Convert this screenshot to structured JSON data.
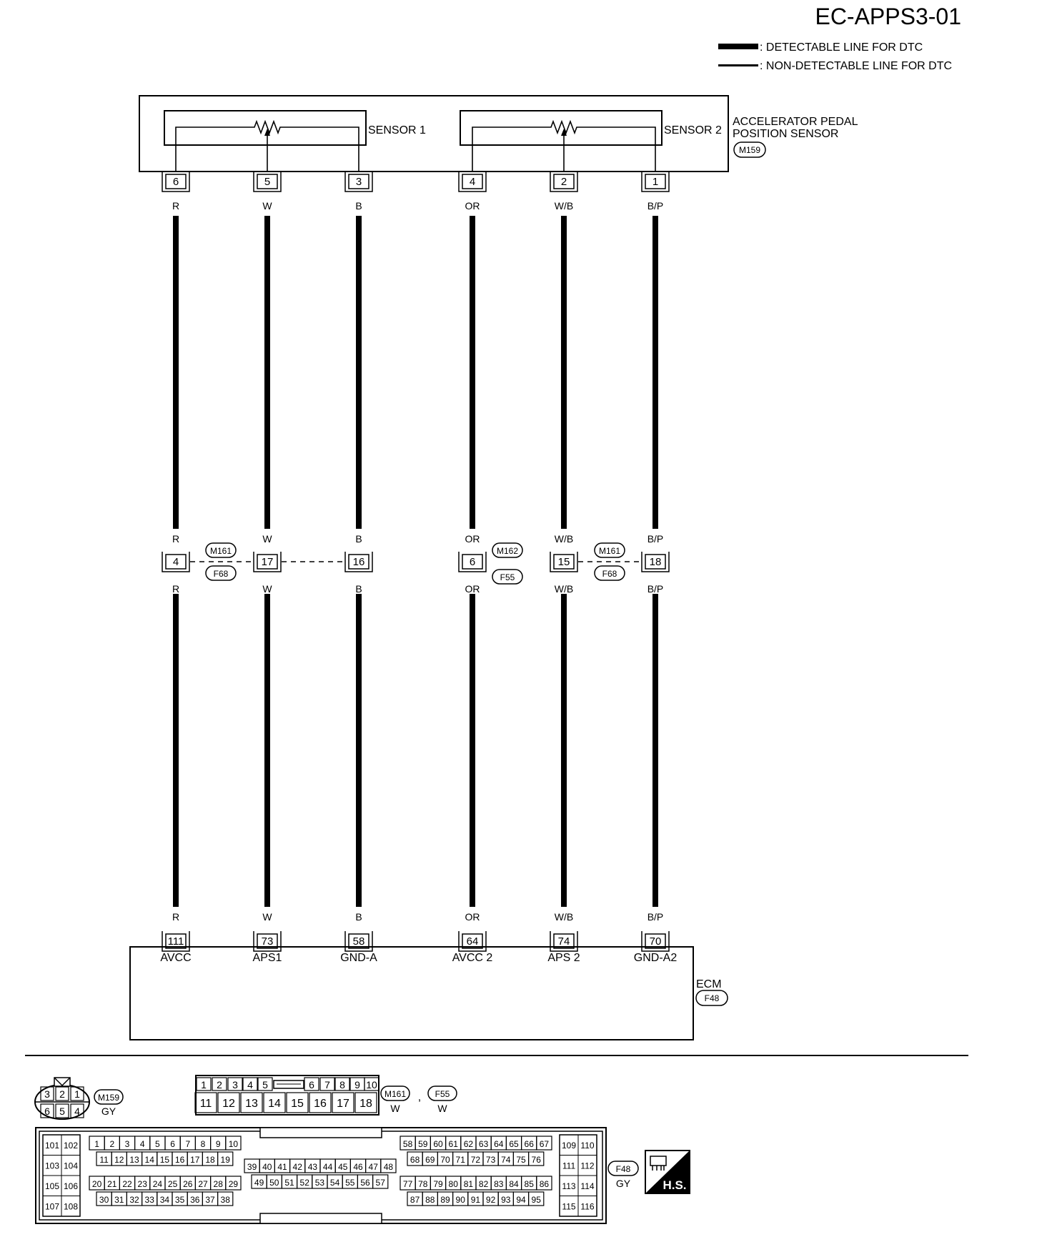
{
  "diagram_id": "EC-APPS3-01",
  "legend": {
    "detectable": ": DETECTABLE LINE FOR DTC",
    "non_detectable": ": NON-DETECTABLE LINE FOR DTC"
  },
  "sensor": {
    "name_line1": "ACCELERATOR PEDAL",
    "name_line2": "POSITION SENSOR",
    "connector": "M159",
    "sensor1_label": "SENSOR 1",
    "sensor2_label": "SENSOR 2"
  },
  "wires": [
    {
      "sensor_pin": "6",
      "color": "R",
      "joint_pin": "4",
      "ecm_pin": "111",
      "ecm_label": "AVCC"
    },
    {
      "sensor_pin": "5",
      "color": "W",
      "joint_pin": "17",
      "ecm_pin": "73",
      "ecm_label": "APS1"
    },
    {
      "sensor_pin": "3",
      "color": "B",
      "joint_pin": "16",
      "ecm_pin": "58",
      "ecm_label": "GND-A"
    },
    {
      "sensor_pin": "4",
      "color": "OR",
      "joint_pin": "6",
      "ecm_pin": "64",
      "ecm_label": "AVCC 2"
    },
    {
      "sensor_pin": "2",
      "color": "W/B",
      "joint_pin": "15",
      "ecm_pin": "74",
      "ecm_label": "APS 2"
    },
    {
      "sensor_pin": "1",
      "color": "B/P",
      "joint_pin": "18",
      "ecm_pin": "70",
      "ecm_label": "GND-A2"
    }
  ],
  "joints": [
    {
      "top": "M161",
      "bottom": "F68"
    },
    {
      "top": "M162",
      "bottom": "F55"
    },
    {
      "top": "M161",
      "bottom": "F68"
    }
  ],
  "ecm": {
    "name": "ECM",
    "connector": "F48"
  },
  "connector_views": {
    "m159": {
      "top_row": [
        "3",
        "2",
        "1"
      ],
      "bottom_row": [
        "6",
        "5",
        "4"
      ],
      "id": "M159",
      "color": "GY"
    },
    "m161": {
      "top_row": [
        "1",
        "2",
        "3",
        "4",
        "5",
        "6",
        "7",
        "8",
        "9",
        "10"
      ],
      "bottom_row": [
        "11",
        "12",
        "13",
        "14",
        "15",
        "16",
        "17",
        "18"
      ],
      "id1": "M161",
      "color1": "W",
      "separator": ",",
      "id2": "F55",
      "color2": "W"
    },
    "f48": {
      "id": "F48",
      "color": "GY",
      "left_block": [
        [
          "101",
          "102"
        ],
        [
          "103",
          "104"
        ],
        [
          "105",
          "106"
        ],
        [
          "107",
          "108"
        ]
      ],
      "g1_row1": [
        "1",
        "2",
        "3",
        "4",
        "5",
        "6",
        "7",
        "8",
        "9",
        "10"
      ],
      "g1_row2": [
        "11",
        "12",
        "13",
        "14",
        "15",
        "16",
        "17",
        "18",
        "19"
      ],
      "g1_row3": [
        "20",
        "21",
        "22",
        "23",
        "24",
        "25",
        "26",
        "27",
        "28",
        "29"
      ],
      "g1_row4": [
        "30",
        "31",
        "32",
        "33",
        "34",
        "35",
        "36",
        "37",
        "38"
      ],
      "g2_row1": [
        "39",
        "40",
        "41",
        "42",
        "43",
        "44",
        "45",
        "46",
        "47",
        "48"
      ],
      "g2_row2": [
        "49",
        "50",
        "51",
        "52",
        "53",
        "54",
        "55",
        "56",
        "57"
      ],
      "g3_row1": [
        "58",
        "59",
        "60",
        "61",
        "62",
        "63",
        "64",
        "65",
        "66",
        "67"
      ],
      "g3_row2": [
        "68",
        "69",
        "70",
        "71",
        "72",
        "73",
        "74",
        "75",
        "76"
      ],
      "g3_row3": [
        "77",
        "78",
        "79",
        "80",
        "81",
        "82",
        "83",
        "84",
        "85",
        "86"
      ],
      "g3_row4": [
        "87",
        "88",
        "89",
        "90",
        "91",
        "92",
        "93",
        "94",
        "95"
      ],
      "right_block": [
        [
          "109",
          "110"
        ],
        [
          "111",
          "112"
        ],
        [
          "113",
          "114"
        ],
        [
          "115",
          "116"
        ]
      ]
    }
  },
  "hs_badge": "H.S."
}
